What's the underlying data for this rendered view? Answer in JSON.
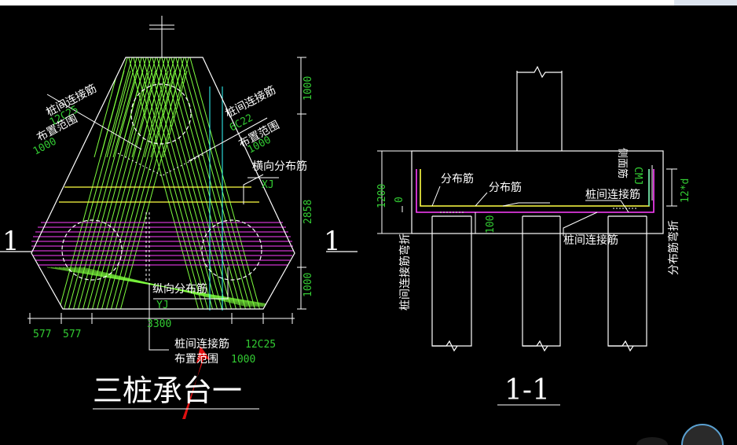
{
  "colors": {
    "background": "#000000",
    "linework": "#ffffff",
    "dimension_text": "#33cc33",
    "pile_rebar": "#7fff3f",
    "distribution_rebar": "#ffff44",
    "bottom_rebar": "#ff40ff",
    "side_rebar": "#33ffff",
    "annotation_arrow": "#e01010"
  },
  "plan": {
    "title": "三桩承台一",
    "section_mark_left": "1",
    "section_mark_right": "1",
    "upper_left_label": "桩间连接筋",
    "upper_left_spec": "12C25",
    "upper_left_range_label": "布置范围",
    "upper_left_range": "1000",
    "upper_right_label": "桩间连接筋",
    "upper_right_spec": "6C22",
    "upper_right_range_label": "布置范围",
    "upper_right_range": "1000",
    "transverse_label": "横向分布筋",
    "transverse_code": "XJ",
    "longitudinal_label": "纵向分布筋",
    "longitudinal_code": "YJ",
    "bottom_label": "桩间连接筋",
    "bottom_spec": "12C25",
    "bottom_range_label": "布置范围",
    "bottom_range": "1000",
    "dim_vertical": [
      "1000",
      "2858",
      "1000"
    ],
    "dim_bottom_total": "3300",
    "dim_bottom_left_1": "577",
    "dim_bottom_left_2": "577"
  },
  "section": {
    "title": "1-1",
    "dist_bar_label_1": "分布筋",
    "dist_bar_label_2": "分布筋",
    "side_bar_label": "侧面筋",
    "side_bar_code": "CMJ",
    "pile_conn_label_top": "桩间连接筋",
    "pile_conn_label_bottom": "桩间连接筋",
    "dist_bend_label": "分布筋弯折",
    "dist_bend_value": "12*d",
    "pile_conn_bend_label": "桩间连接筋弯折",
    "dim_height": "1200",
    "dim_zero": "0",
    "dim_embed": "100"
  }
}
